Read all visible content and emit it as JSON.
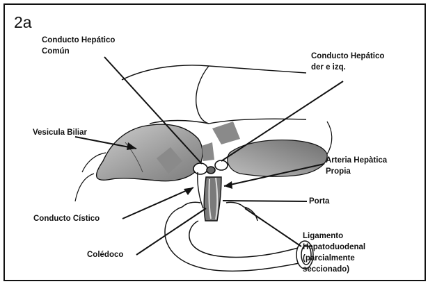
{
  "figure": {
    "panel_label": "2a",
    "labels": {
      "conducto_hepatico_comun": "Conducto Hepático\nComún",
      "conducto_hepatico_der_izq": "Conducto Hepático\nder e izq.",
      "vesicula_biliar": "Vesicula Biliar",
      "arteria_hepatica_propia": "Arteria Hepàtica\nPropia",
      "porta": "Porta",
      "conducto_cistico": "Conducto Cístico",
      "coledoco": "Colédoco",
      "ligamento_hepatoduodenal": "Ligamento\nHepatoduodenal\n(parcialmente\nseccionado)"
    }
  },
  "colors": {
    "ink": "#111111",
    "shading": "#8a8a8a",
    "shading_light": "#b4b4b4",
    "background": "#ffffff"
  }
}
